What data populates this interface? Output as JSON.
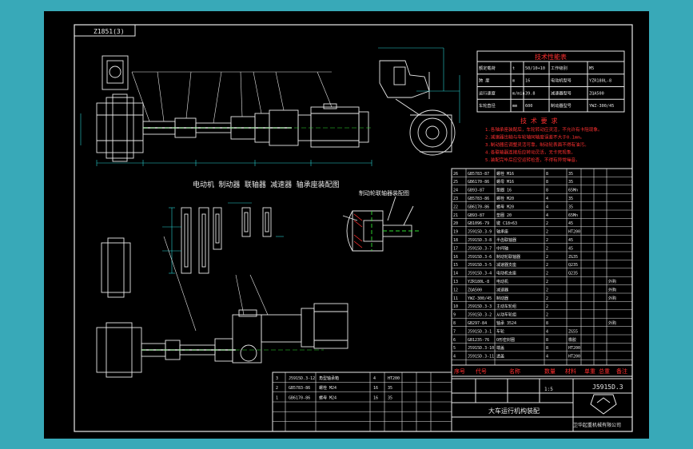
{
  "sheet": {
    "code_tag": "Z1851(3)",
    "drawing_number": "J5915D.3",
    "drawing_name": "大车运行机构装配",
    "company": "卫华起重机械有限公司",
    "ratio": "1:5"
  },
  "views": {
    "section_title": "电动机 制动器 联轴器 减速器 轴承座装配图",
    "detail_title": "制动轮联轴器装配图"
  },
  "parameter_table": {
    "title": "技术性能表",
    "rows": [
      [
        "额定载荷",
        "t",
        "50/10+10",
        "工作级别",
        "M5"
      ],
      [
        "跨 度",
        "m",
        "16",
        "电动机型号",
        "YZR180L-8"
      ],
      [
        "运行速度",
        "m/min",
        "39.8",
        "减速器型号",
        "ZQA500"
      ],
      [
        "车轮直径",
        "mm",
        "600",
        "制动器型号",
        "YWZ-300/45"
      ]
    ]
  },
  "notes": {
    "title": "技 术 要 求",
    "lines": [
      "1.各轴承座装配后，车轮转动应灵活，不允许有卡阻现象。",
      "2.减速器出轴与车轮轴同轴度误差不大于0.1mm。",
      "3.制动器应调整灵活可靠，制动轮表面不得有油污。",
      "4.各联轴器连接后应转动灵活，无卡死现象。",
      "5.装配完毕后应空运转检查，不得有异常噪音。"
    ]
  },
  "parts_list": {
    "columns": [
      "序号",
      "代号",
      "名称",
      "数量",
      "材料",
      "单重",
      "总重",
      "备注"
    ],
    "rows": [
      [
        "26",
        "GB5783-87",
        "螺栓 M16",
        "8",
        "35",
        "",
        "",
        ""
      ],
      [
        "25",
        "GB6170-86",
        "螺母 M16",
        "8",
        "35",
        "",
        "",
        ""
      ],
      [
        "24",
        "GB93-87",
        "垫圈 16",
        "8",
        "65Mn",
        "",
        "",
        ""
      ],
      [
        "23",
        "GB5783-86",
        "螺栓 M20",
        "4",
        "35",
        "",
        "",
        ""
      ],
      [
        "22",
        "GB6170-86",
        "螺母 M20",
        "4",
        "35",
        "",
        "",
        ""
      ],
      [
        "21",
        "GB93-87",
        "垫圈 20",
        "4",
        "65Mn",
        "",
        "",
        ""
      ],
      [
        "20",
        "GB1096-79",
        "键 C18×63",
        "2",
        "45",
        "",
        "",
        ""
      ],
      [
        "19",
        "J5915D.3-9",
        "轴承座",
        "2",
        "HT200",
        "",
        "",
        ""
      ],
      [
        "18",
        "J5915D.3-8",
        "半齿联轴器",
        "2",
        "45",
        "",
        "",
        ""
      ],
      [
        "17",
        "J5915D.3-7",
        "中间轴",
        "2",
        "45",
        "",
        "",
        ""
      ],
      [
        "16",
        "J5915D.3-6",
        "制动轮联轴器",
        "2",
        "ZG35",
        "",
        "",
        ""
      ],
      [
        "15",
        "J5915D.3-5",
        "减速器支座",
        "2",
        "Q235",
        "",
        "",
        ""
      ],
      [
        "14",
        "J5915D.3-4",
        "电动机支座",
        "2",
        "Q235",
        "",
        "",
        ""
      ],
      [
        "13",
        "YZR180L-8",
        "电动机",
        "2",
        "",
        "",
        "",
        "外购"
      ],
      [
        "12",
        "ZQA500",
        "减速器",
        "2",
        "",
        "",
        "",
        "外购"
      ],
      [
        "11",
        "YWZ-300/45",
        "制动器",
        "2",
        "",
        "",
        "",
        "外购"
      ],
      [
        "10",
        "J5915D.3-3",
        "主动车轮组",
        "2",
        "",
        "",
        "",
        ""
      ],
      [
        "9",
        "J5915D.3-2",
        "从动车轮组",
        "2",
        "",
        "",
        "",
        ""
      ],
      [
        "8",
        "GB297-84",
        "轴承 3524",
        "8",
        "",
        "",
        "",
        "外购"
      ],
      [
        "7",
        "J5915D.3-1",
        "车轮",
        "4",
        "ZG55",
        "",
        "",
        ""
      ],
      [
        "6",
        "GB1235-76",
        "O形密封圈",
        "8",
        "橡胶",
        "",
        "",
        ""
      ],
      [
        "5",
        "J5915D.3-10",
        "端盖",
        "8",
        "HT200",
        "",
        "",
        ""
      ],
      [
        "4",
        "J5915D.3-11",
        "透盖",
        "4",
        "HT200",
        "",
        "",
        ""
      ]
    ],
    "footer_head": [
      "序号",
      "代号",
      "名称",
      "数量",
      "材料",
      "单重",
      "总重",
      "备注"
    ]
  },
  "lower_list": {
    "rows": [
      [
        "3",
        "J5915D.3-12",
        "角型轴承箱",
        "4",
        "HT200",
        "",
        "",
        ""
      ],
      [
        "2",
        "GB5783-86",
        "螺栓 M24",
        "16",
        "35",
        "",
        "",
        ""
      ],
      [
        "1",
        "GB6170-86",
        "螺母 M24",
        "16",
        "35",
        "",
        "",
        ""
      ],
      [
        "",
        "",
        "",
        "",
        "",
        "",
        "",
        ""
      ],
      [
        "",
        "",
        "",
        "",
        "",
        "",
        "",
        ""
      ],
      [
        "",
        "",
        "",
        "",
        "",
        "",
        "",
        ""
      ]
    ]
  },
  "colors": {
    "background": "#38a9b8",
    "paper": "#000000",
    "line": "#e8e8e8",
    "dimension": "#28d0d0",
    "note": "#ff3030",
    "highlight": "#f0f000",
    "center": "#30e030"
  },
  "icons": [
    "company-logo"
  ]
}
